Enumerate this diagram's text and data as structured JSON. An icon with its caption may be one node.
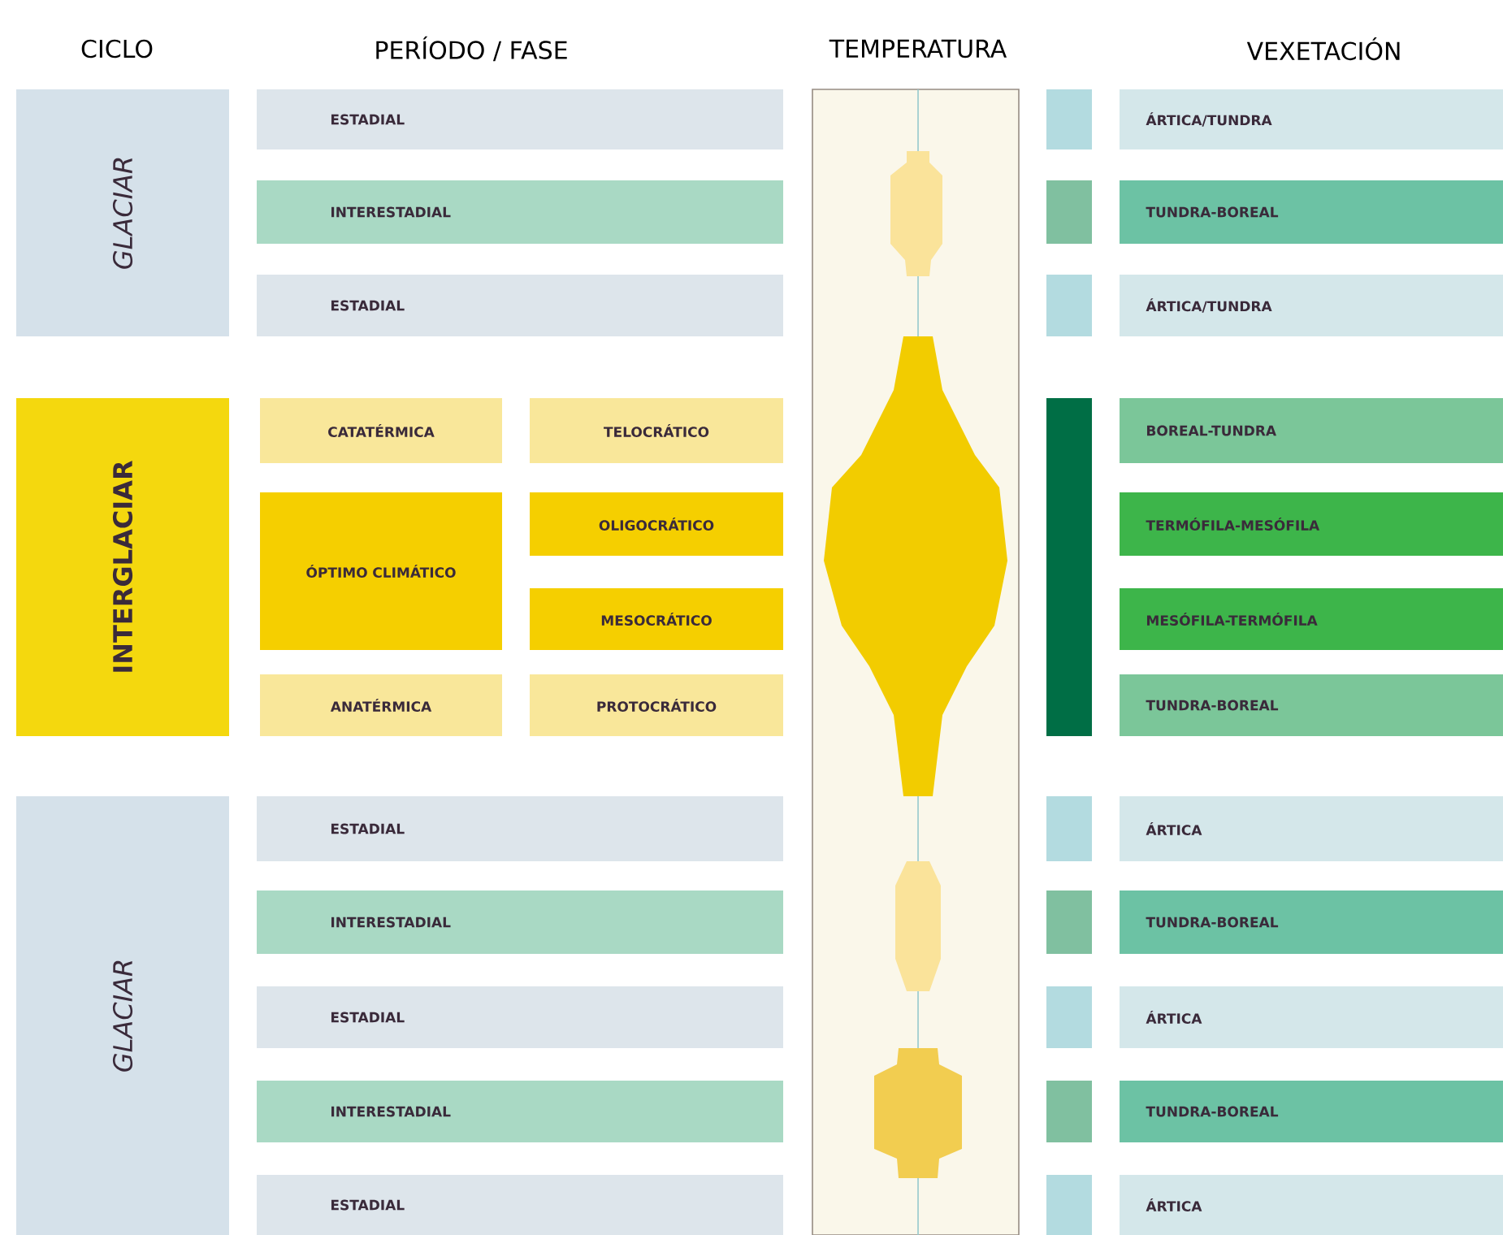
{
  "diagram": {
    "labels": [
      "CICLO",
      "PERÍODO / FASE",
      "TEMPERATURA",
      "VEXETACIÓN"
    ],
    "nodes": [
      {
        "text": [
          "GLACIAR"
        ]
      },
      {
        "text": [
          "INTERGLACIAR"
        ]
      },
      {
        "text": [
          "GLACIAR"
        ]
      },
      {
        "text": [
          "ESTADIAL"
        ]
      },
      {
        "text": [
          "INTERESTADIAL"
        ]
      },
      {
        "text": [
          "ESTADIAL"
        ]
      },
      {
        "text": [
          "CATATÉRMICA"
        ]
      },
      {
        "text": [
          "TELOCRÁTICO"
        ]
      },
      {
        "text": [
          "ÓPTIMO CLIMÁTICO"
        ]
      },
      {
        "text": [
          "OLIGOCRÁTICO"
        ]
      },
      {
        "text": [
          "MESOCRÁTICO"
        ]
      },
      {
        "text": [
          "ANATÉRMICA"
        ]
      },
      {
        "text": [
          "PROTOCRÁTICO"
        ]
      },
      {
        "text": [
          "ESTADIAL"
        ]
      },
      {
        "text": [
          "INTERESTADIAL"
        ]
      },
      {
        "text": [
          "ESTADIAL"
        ]
      },
      {
        "text": [
          "INTERESTADIAL"
        ]
      },
      {
        "text": [
          "ESTADIAL"
        ]
      },
      {
        "text": [
          "ÁRTICA/TUNDRA"
        ]
      },
      {
        "text": [
          "TUNDRA-BOREAL"
        ]
      },
      {
        "text": [
          "ÁRTICA/TUNDRA"
        ]
      },
      {
        "text": [
          "BOREAL-TUNDRA"
        ]
      },
      {
        "text": [
          "TERMÓFILA-MESÓFILA"
        ]
      },
      {
        "text": [
          "MESÓFILA-TERMÓFILA"
        ]
      },
      {
        "text": [
          "TUNDRA-BOREAL"
        ]
      },
      {
        "text": [
          "ÁRTICA"
        ]
      },
      {
        "text": [
          "TUNDRA-BOREAL"
        ]
      },
      {
        "text": [
          "ÁRTICA"
        ]
      },
      {
        "text": [
          "TUNDRA-BOREAL"
        ]
      },
      {
        "text": [
          "ÁRTICA"
        ]
      }
    ]
  }
}
